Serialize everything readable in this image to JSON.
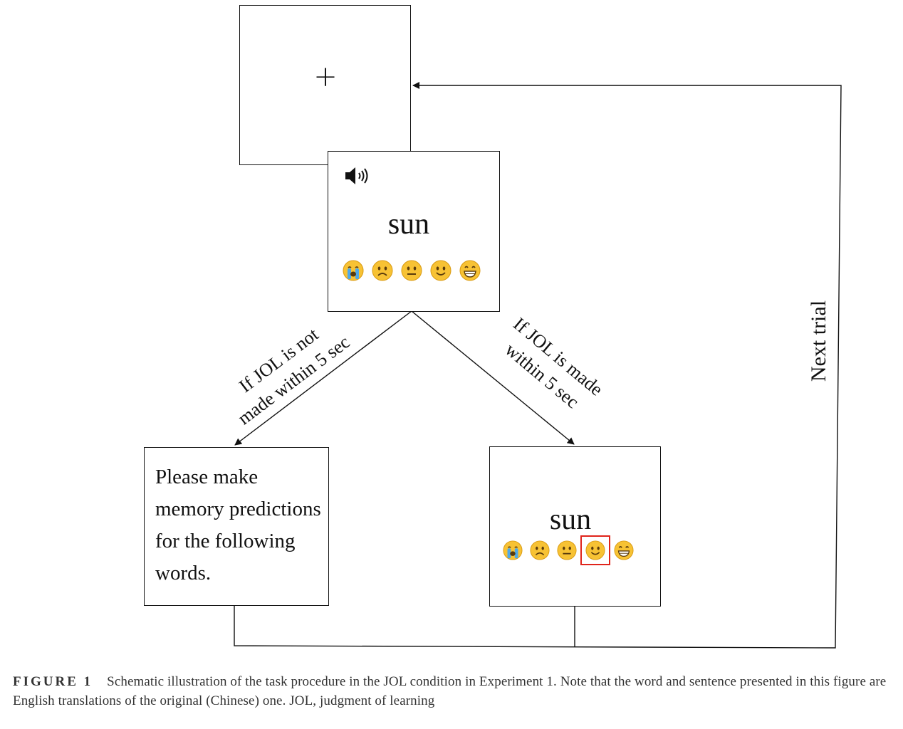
{
  "fixation": {
    "symbol": "+"
  },
  "study_screen": {
    "word": "sun",
    "audio_icon": "speaker-icon",
    "scale_icons": [
      "crying-face",
      "frowning-face",
      "neutral-face",
      "slightly-smiling-face",
      "grinning-face"
    ]
  },
  "timeout_screen": {
    "instruction": "Please make memory predictions for the following words."
  },
  "response_screen": {
    "word": "sun",
    "selected_index": 3,
    "highlight_color": "#e0241b"
  },
  "labels": {
    "not_made": [
      "If JOL is not",
      "made within 5 sec"
    ],
    "made": [
      "If JOL is made",
      "within 5 sec"
    ],
    "next_trial": "Next trial"
  },
  "caption": {
    "label": "FIGURE 1",
    "text": "Schematic illustration of the task procedure in the JOL condition in Experiment 1. Note that the word and sentence presented in this figure are English translations of the original (Chinese) one. JOL, judgment of learning"
  }
}
